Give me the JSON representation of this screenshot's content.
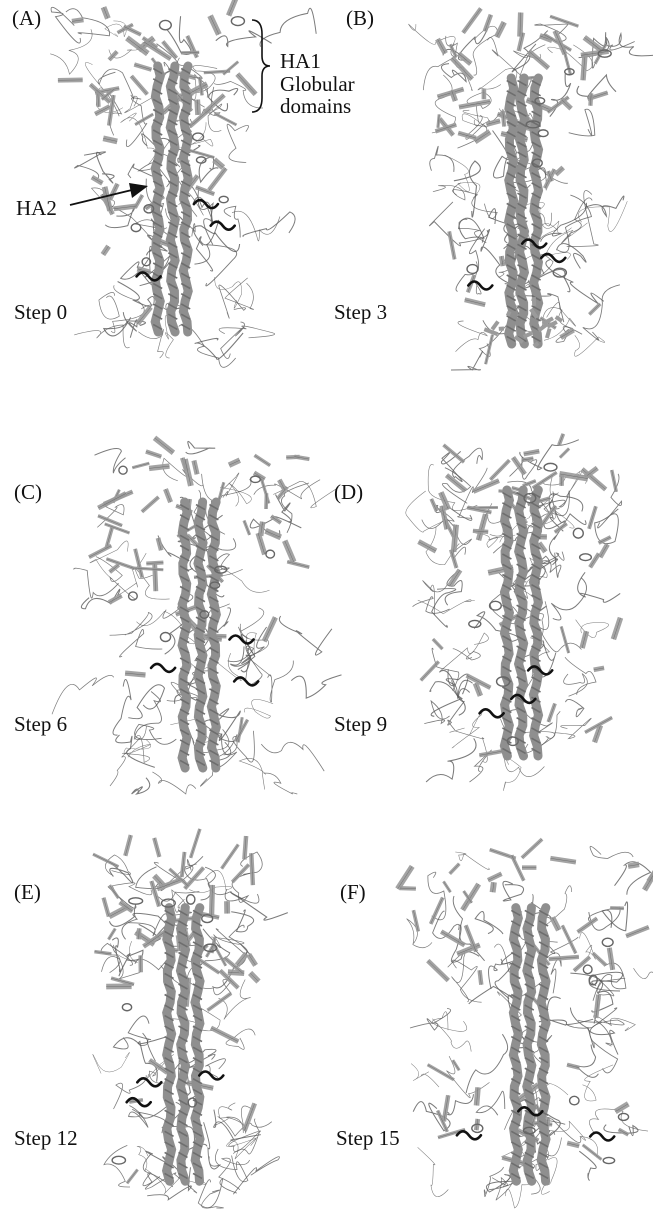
{
  "figure": {
    "panels": [
      {
        "id": "A",
        "label": "(A)",
        "step": "Step 0"
      },
      {
        "id": "B",
        "label": "(B)",
        "step": "Step 3"
      },
      {
        "id": "C",
        "label": "(C)",
        "step": "Step 6"
      },
      {
        "id": "D",
        "label": "(D)",
        "step": "Step 9"
      },
      {
        "id": "E",
        "label": "(E)",
        "step": "Step 12"
      },
      {
        "id": "F",
        "label": "(F)",
        "step": "Step 15"
      }
    ],
    "annotations": {
      "ha1_line1": "HA1",
      "ha1_line2": "Globular",
      "ha1_line3": "domains",
      "ha2": "HA2"
    },
    "colors": {
      "helix": "#8f8f8f",
      "helix_dark": "#6e6e6e",
      "sheet": "#9b9b9b",
      "coil": "#5a5a5a",
      "highlight": "#111111",
      "text": "#111111"
    }
  }
}
